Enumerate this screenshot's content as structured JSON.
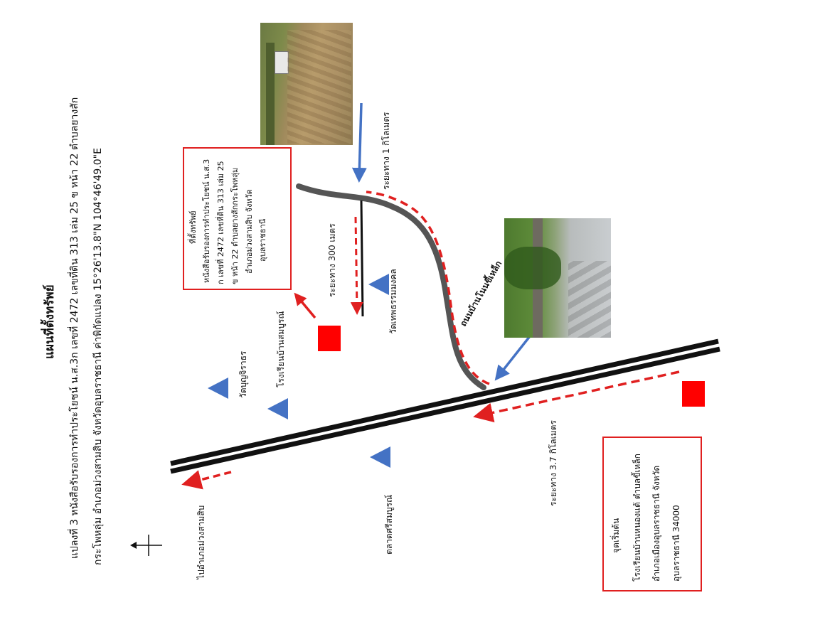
{
  "header": {
    "title": "แผนที่ตั้งทรัพย์",
    "line1": "แปลงที่ 3 หนังสือรับรองการทำประโยชน์ น.ส.3ก   เลขที่ 2472 เลขที่ดิน 313 เล่ม 25 ข หน้า 22 ตำบลยางสัก",
    "line2": "กระโพหลุ่ม อำเภอม่วงสามสิบ จังหวัดอุบลราชธานี ค่าพิกัดแปลง  15°26'13.8\"N 104°46'49.0\"E"
  },
  "property_box": {
    "lines": [
      "ที่ตั้งทรัพย์",
      "หนังสือรับรองการทำประโยชน์ น.ส.3",
      "ก   เลขที่ 2472 เลขที่ดิน 313 เล่ม 25",
      "ข หน้า 22 ตำบลยางสักกระโพหลุ่ม",
      "อำเภอม่วงสามสิบ จังหวัด",
      "อุบลราชธานี"
    ]
  },
  "start_box": {
    "lines": [
      "จุดเริ่มต้น",
      "โรงเรียนบ้านหนองแต้ ตำบลขี้เหล็ก",
      "อำเภอเมืองอุบลราชธานี จังหวัด",
      "อุบลราชธานี 34000"
    ]
  },
  "labels": {
    "dist_1km": "ระยะทาง 1 กิโลเมตร",
    "dist_300m": "ระยะทาง 300 เมตร",
    "dist_37km": "ระยะทาง 3.7 กิโลเมตร",
    "road_name": "ถนนบ้านโนนขี้เหล็ก",
    "temple_thep": "วัดเทพธรรมมงคล",
    "school_somboon": "โรงเรียนบ้านสมบูรณ์",
    "temple_boon": "วัดบุญจิราธร",
    "market": "ตลาดศรีสมบูรณ์",
    "to_district": "ไปอำเภอม่วงสามสิบ"
  },
  "colors": {
    "road": "#111111",
    "side_road": "#555555",
    "route": "#e02020",
    "photo_arrow": "#4472c4",
    "landmark": "#4472c4",
    "marker": "#ff0000"
  },
  "icons": {
    "north": "north-arrow-icon",
    "landmark": "triangle-icon",
    "marker": "red-square-icon"
  }
}
